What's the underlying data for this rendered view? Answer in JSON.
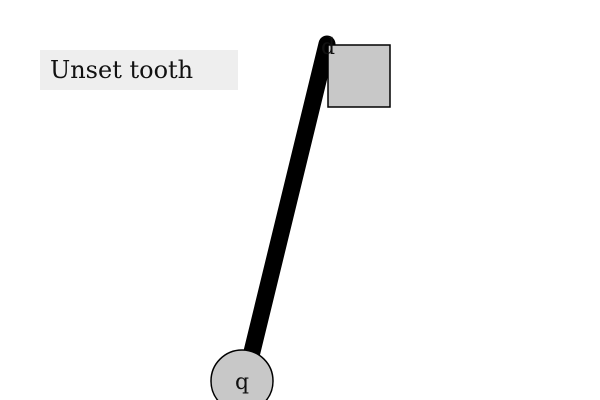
{
  "controls": {
    "unset_button_label": "Unset tooth"
  },
  "scene": {
    "top_node_label": "d",
    "bottom_node_label": "q",
    "fill_color": "#c8c8c8",
    "stroke_color": "#000000",
    "link_color": "#000000"
  }
}
